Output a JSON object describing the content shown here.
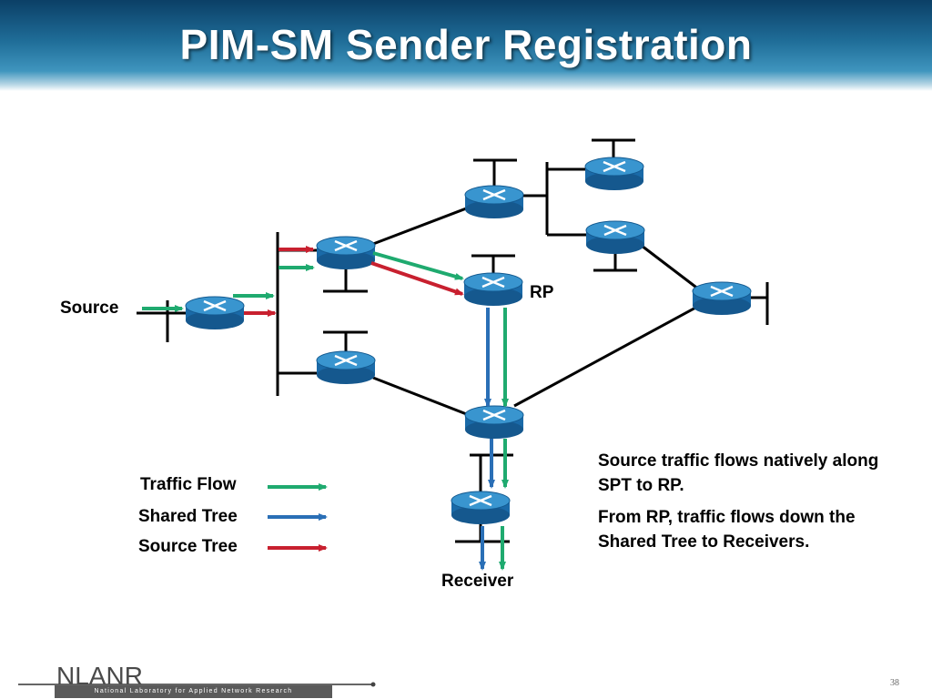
{
  "title": "PIM-SM Sender Registration",
  "labels": {
    "source": "Source",
    "rp": "RP",
    "receiver": "Receiver"
  },
  "legend": [
    {
      "label": "Traffic Flow",
      "color": "#1faa6f"
    },
    {
      "label": "Shared Tree",
      "color": "#2a6fb6"
    },
    {
      "label": "Source Tree",
      "color": "#c8202f"
    }
  ],
  "notes": [
    "Source traffic flows natively along SPT to RP.",
    "From RP, traffic flows down the Shared Tree to Receivers."
  ],
  "footer": {
    "logo": "NLANR",
    "organization": "National Laboratory for Applied Network Research",
    "page_number": "38"
  },
  "colors": {
    "router_top": "#2f8cc8",
    "router_body": "#1a6aa8",
    "traffic_flow": "#1faa6f",
    "shared_tree": "#2a6fb6",
    "source_tree": "#c8202f"
  }
}
